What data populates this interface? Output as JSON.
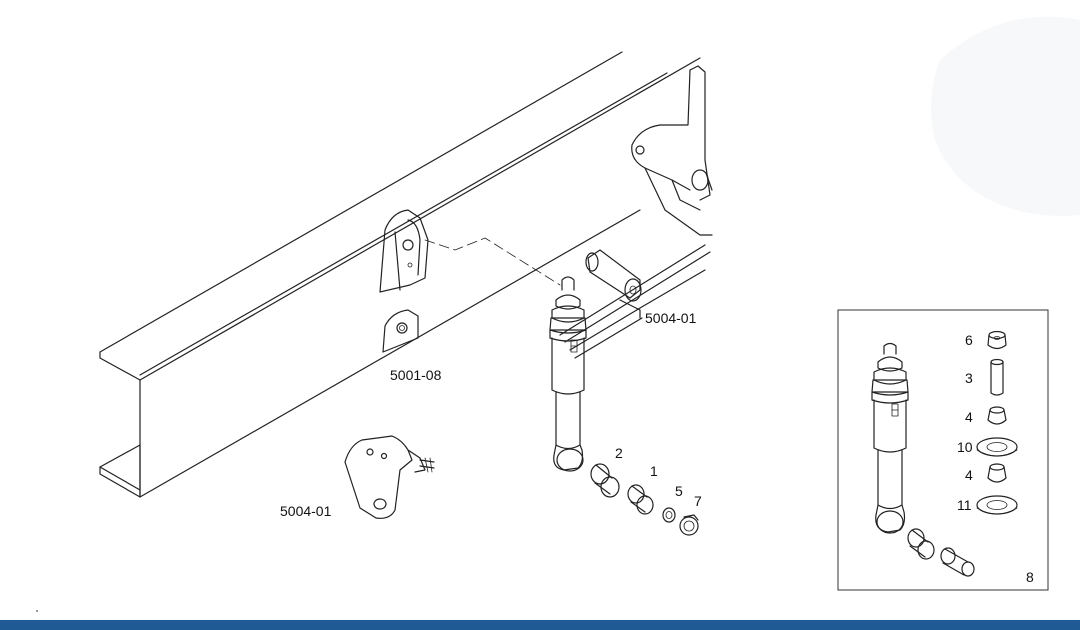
{
  "labels": {
    "bracket_bottom_left": "5004-01",
    "frame_plate": "5001-08",
    "spring_bracket": "5004-01",
    "part_2": "2",
    "part_1": "1",
    "part_5": "5",
    "part_7": "7",
    "inset_part_6": "6",
    "inset_part_3": "3",
    "inset_part_4a": "4",
    "inset_part_10": "10",
    "inset_part_4b": "4",
    "inset_part_11": "11",
    "inset_number": "8"
  },
  "colors": {
    "bottom_bar": "#1f5a95",
    "line": "#222222",
    "background": "#ffffff"
  }
}
